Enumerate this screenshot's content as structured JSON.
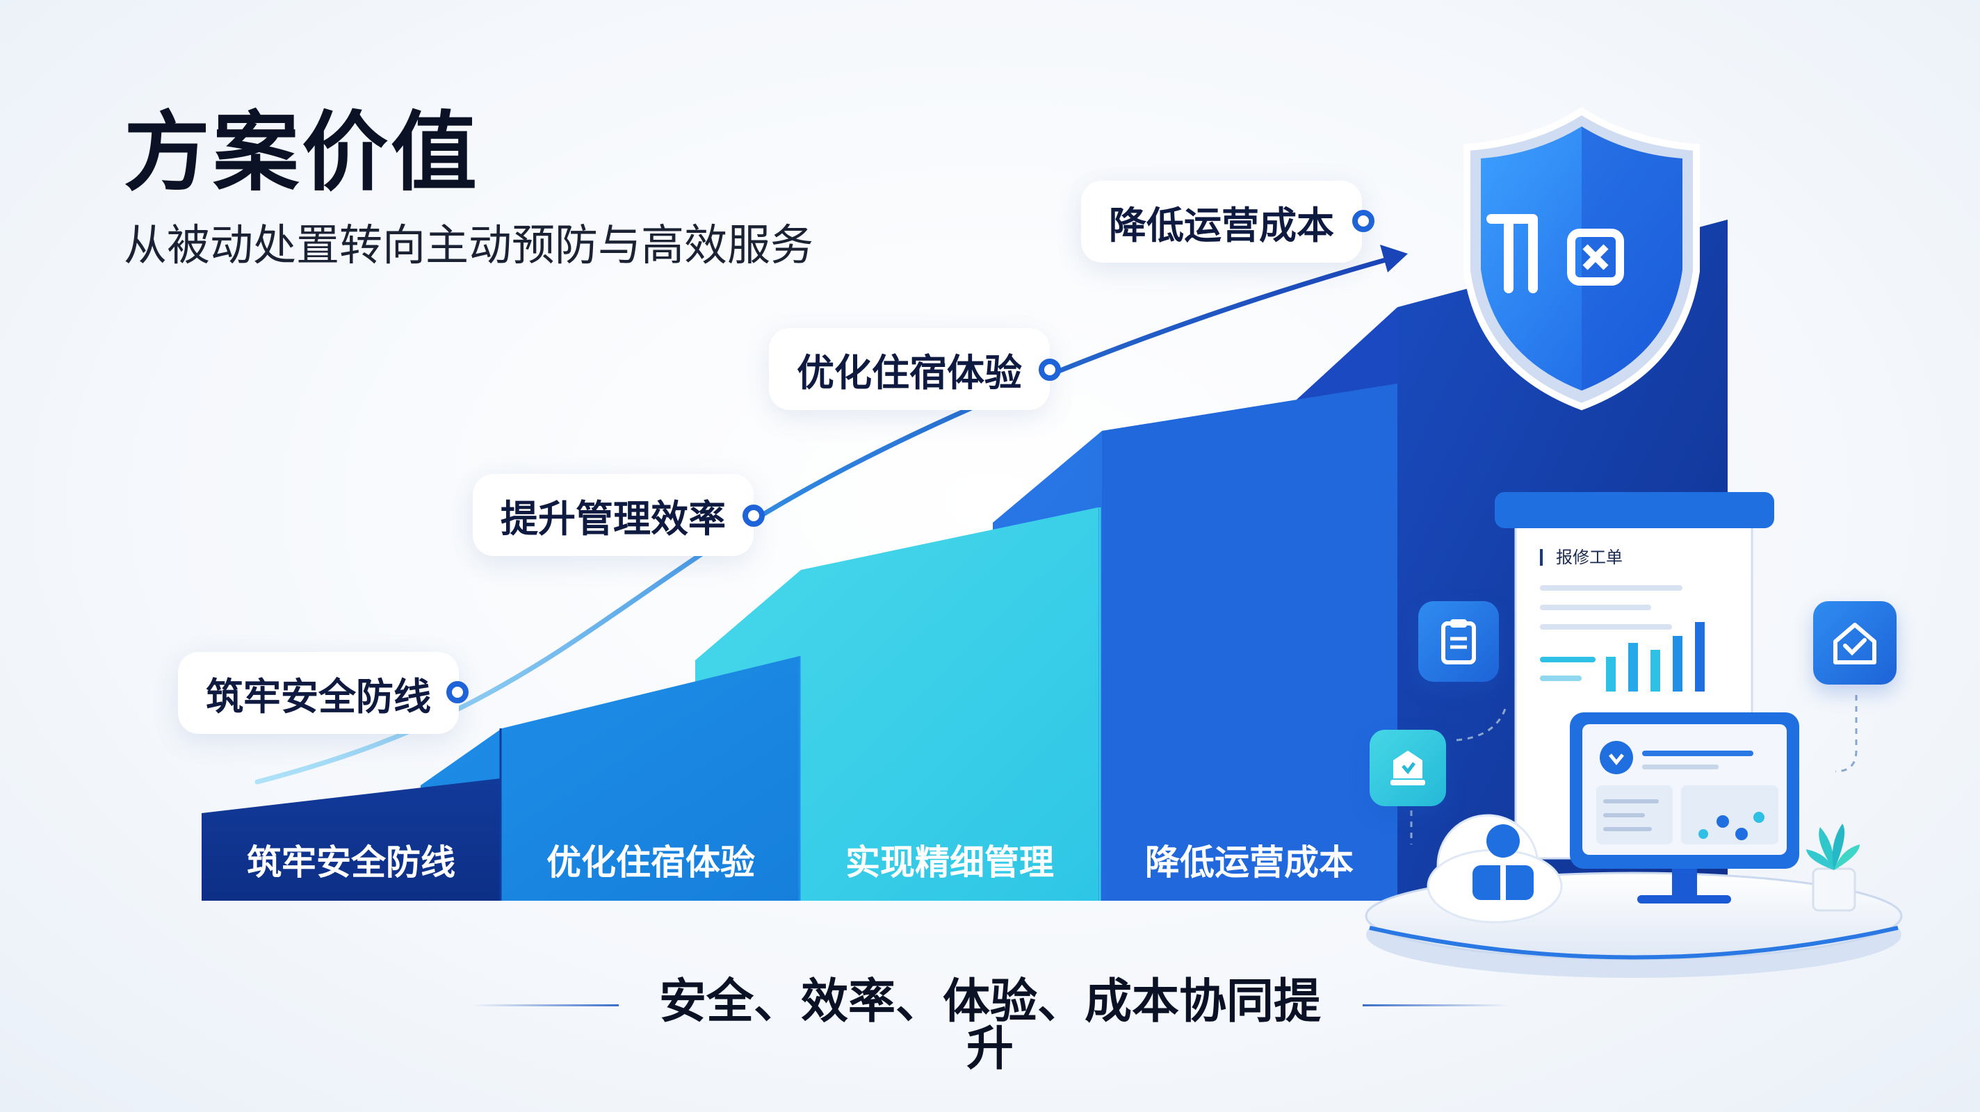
{
  "header": {
    "title": "方案价值",
    "subtitle": "从被动处置转向主动预防与高效服务"
  },
  "milestones": [
    {
      "label": "筑牢安全防线"
    },
    {
      "label": "提升管理效率"
    },
    {
      "label": "优化住宿体验"
    },
    {
      "label": "降低运营成本"
    }
  ],
  "steps": [
    {
      "label": "筑牢安全防线"
    },
    {
      "label": "优化住宿体验"
    },
    {
      "label": "实现精细管理"
    },
    {
      "label": "降低运营成本"
    }
  ],
  "illustration": {
    "document_title": "报修工单",
    "shield_icon": "shield-icon",
    "side_icons": [
      "clipboard-icon",
      "house-check-icon",
      "shield-badge-icon",
      "cloud-user-icon"
    ]
  },
  "footer": {
    "tagline": "安全、效率、体验、成本协同提升"
  },
  "colors": {
    "navy": "#0f3a9e",
    "blue": "#1e63d8",
    "sky": "#22a3ea",
    "cyan": "#3fd6e8",
    "text_dark": "#0c1226"
  }
}
